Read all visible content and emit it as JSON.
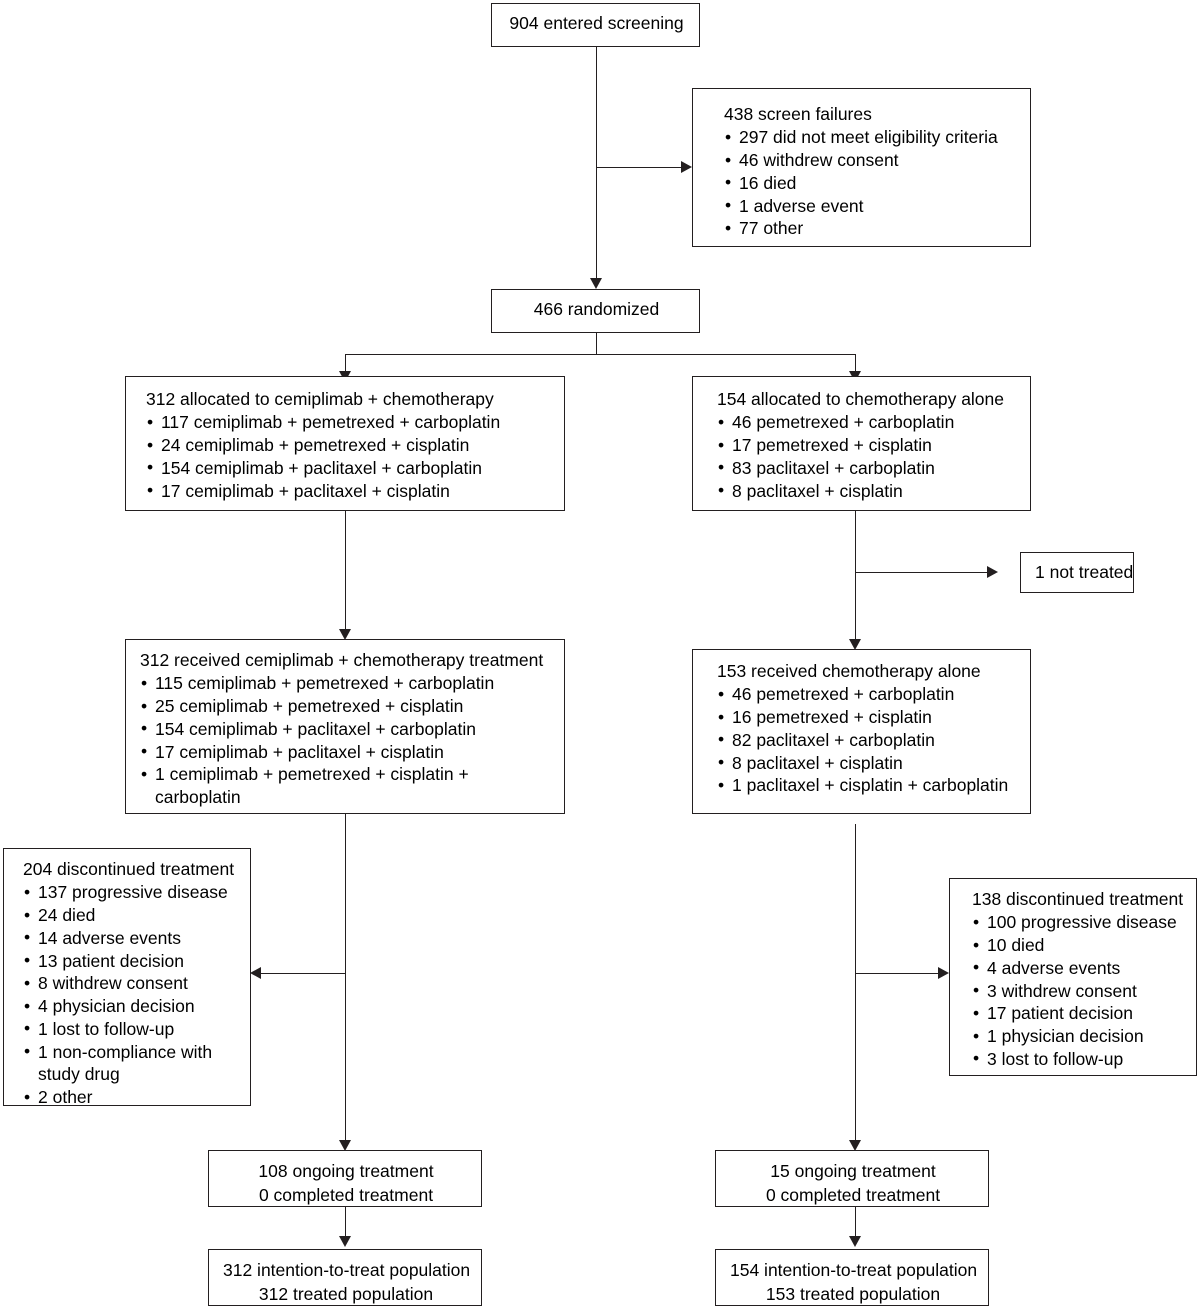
{
  "diagram": {
    "type": "consort-flow-diagram",
    "nodes": {
      "screening": {
        "title": "904 entered screening"
      },
      "screen_failures": {
        "title": "438 screen failures",
        "items": [
          "297 did not meet eligibility criteria",
          "46 withdrew consent",
          "16 died",
          "1 adverse event",
          "77 other"
        ]
      },
      "randomized": {
        "title": "466 randomized"
      },
      "allocated_left": {
        "title": "312 allocated to cemiplimab + chemotherapy",
        "items": [
          "117 cemiplimab + pemetrexed + carboplatin",
          "24 cemiplimab + pemetrexed + cisplatin",
          "154 cemiplimab + paclitaxel + carboplatin",
          "17 cemiplimab + paclitaxel + cisplatin"
        ]
      },
      "allocated_right": {
        "title": "154 allocated to chemotherapy alone",
        "items": [
          "46 pemetrexed + carboplatin",
          "17 pemetrexed + cisplatin",
          "83 paclitaxel + carboplatin",
          "8 paclitaxel + cisplatin"
        ]
      },
      "not_treated": {
        "title": "1 not treated"
      },
      "received_left": {
        "title": "312 received cemiplimab + chemotherapy treatment",
        "items": [
          "115 cemiplimab + pemetrexed + carboplatin",
          "25 cemiplimab + pemetrexed + cisplatin",
          "154 cemiplimab + paclitaxel + carboplatin",
          "17 cemiplimab + paclitaxel + cisplatin",
          "1 cemiplimab + pemetrexed + cisplatin + carboplatin"
        ]
      },
      "received_right": {
        "title": "153 received chemotherapy alone",
        "items": [
          "46 pemetrexed + carboplatin",
          "16 pemetrexed + cisplatin",
          "82 paclitaxel + carboplatin",
          "8 paclitaxel + cisplatin",
          "1 paclitaxel + cisplatin + carboplatin"
        ]
      },
      "discontinued_left": {
        "title": "204 discontinued treatment",
        "items": [
          "137 progressive disease",
          "24 died",
          "14 adverse events",
          "13 patient decision",
          "8 withdrew consent",
          "4 physician decision",
          "1 lost to follow-up",
          "1 non-compliance with study drug",
          "2 other"
        ]
      },
      "discontinued_right": {
        "title": "138 discontinued treatment",
        "items": [
          "100 progressive disease",
          "10 died",
          "4 adverse events",
          "3 withdrew consent",
          "17 patient decision",
          "1 physician decision",
          "3 lost to follow-up"
        ]
      },
      "ongoing_left": {
        "lines": [
          "108 ongoing treatment",
          "0 completed treatment"
        ]
      },
      "ongoing_right": {
        "lines": [
          "15 ongoing treatment",
          "0 completed treatment"
        ]
      },
      "population_left": {
        "lines": [
          "312 intention-to-treat population",
          "312 treated population"
        ]
      },
      "population_right": {
        "lines": [
          "154 intention-to-treat population",
          "153 treated population"
        ]
      }
    },
    "colors": {
      "stroke": "#231f20",
      "background": "#ffffff",
      "text": "#000000"
    }
  }
}
